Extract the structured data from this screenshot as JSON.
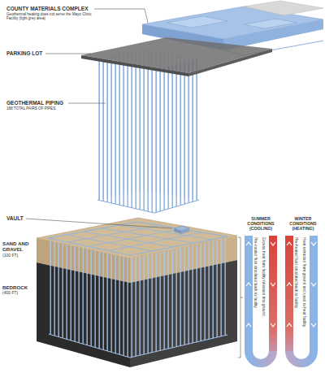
{
  "diagram": {
    "labels": [
      "COUNTY MATERIALS COMPLEX",
      "Geothermal heating does not serve the Mayo Clinic Facility (light grey area)",
      "PARKING LOT",
      "GEOTHERMAL PIPING",
      "188 TOTAL PAIRS OF PIPES",
      "VAULT",
      "SAND AND GRAVEL",
      "(100 FT)",
      "BEDROCK",
      "(400 FT)",
      "SUMMER CONDITIONS (COOLING)",
      "WINTER CONDITIONS (HEATING)",
      "Pre-cooled fluid circulated back to facility.",
      "Excess heat from facility released into ground.",
      "Pre-heated fluid circulated back to facility.",
      "Heat extracted from ground and used to heat facility."
    ]
  }
}
